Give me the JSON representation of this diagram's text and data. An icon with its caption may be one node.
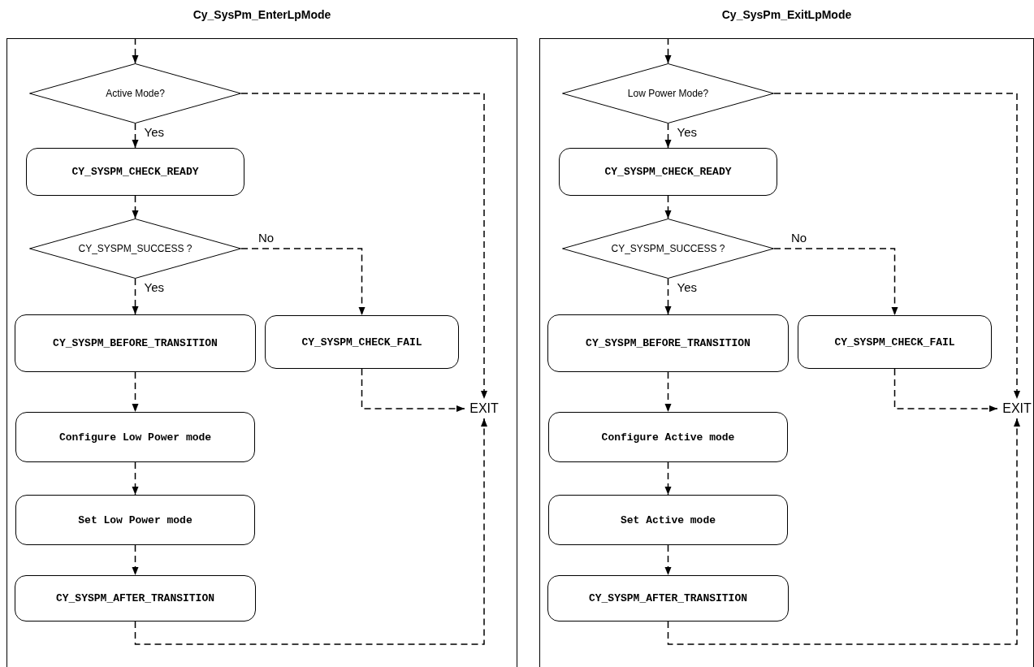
{
  "diagram": {
    "nodes": [
      {
        "text": [
          "Cy_SysPm_EnterLpMode"
        ]
      },
      {
        "text": [
          "Active Mode?"
        ],
        "in": 0
      },
      {
        "text": [
          "CY_SYSPM_CHECK_READY"
        ],
        "in": 0
      },
      {
        "text": [
          "CY_SYSPM_SUCCESS ?"
        ],
        "in": 0
      },
      {
        "text": [
          "CY_SYSPM_BEFORE_TRANSITION"
        ],
        "in": 0
      },
      {
        "text": [
          "CY_SYSPM_CHECK_FAIL"
        ],
        "in": 0
      },
      {
        "text": [
          "EXIT"
        ],
        "in": 0
      },
      {
        "text": [
          "Configure Low Power mode"
        ],
        "in": 0
      },
      {
        "text": [
          "Set Low Power mode"
        ],
        "in": 0
      },
      {
        "text": [
          "CY_SYSPM_AFTER_TRANSITION"
        ],
        "in": 0
      },
      {
        "text": [
          "Cy_SysPm_ExitLpMode"
        ]
      },
      {
        "text": [
          "Low Power Mode?"
        ],
        "in": 10
      },
      {
        "text": [
          "CY_SYSPM_CHECK_READY"
        ],
        "in": 10
      },
      {
        "text": [
          "CY_SYSPM_SUCCESS ?"
        ],
        "in": 10
      },
      {
        "text": [
          "CY_SYSPM_BEFORE_TRANSITION"
        ],
        "in": 10
      },
      {
        "text": [
          "CY_SYSPM_CHECK_FAIL"
        ],
        "in": 10
      },
      {
        "text": [
          "EXIT"
        ],
        "in": 10
      },
      {
        "text": [
          "Configure Active mode"
        ],
        "in": 10
      },
      {
        "text": [
          "Set Active mode"
        ],
        "in": 10
      },
      {
        "text": [
          "CY_SYSPM_AFTER_TRANSITION"
        ],
        "in": 10
      }
    ],
    "edges": [
      {
        "from": null,
        "to": 1,
        "arrow": "to",
        "style": "dashed"
      },
      {
        "from": 1,
        "to": 2,
        "label": "Yes",
        "arrow": "to",
        "style": "dashed"
      },
      {
        "from": 1,
        "to": 6,
        "arrow": "to",
        "style": "dashed"
      },
      {
        "from": 2,
        "to": 3,
        "arrow": "to",
        "style": "dashed"
      },
      {
        "from": 3,
        "to": 4,
        "label": "Yes",
        "arrow": "to",
        "style": "dashed"
      },
      {
        "from": 3,
        "to": 5,
        "label": "No",
        "arrow": "to",
        "style": "dashed"
      },
      {
        "from": 5,
        "to": 6,
        "arrow": "to",
        "style": "dashed"
      },
      {
        "from": 4,
        "to": 7,
        "arrow": "to",
        "style": "dashed"
      },
      {
        "from": 7,
        "to": 8,
        "arrow": "to",
        "style": "dashed"
      },
      {
        "from": 8,
        "to": 9,
        "arrow": "to",
        "style": "dashed"
      },
      {
        "from": 9,
        "to": 6,
        "arrow": "to",
        "style": "dashed"
      },
      {
        "from": null,
        "to": 11,
        "arrow": "to",
        "style": "dashed"
      },
      {
        "from": 11,
        "to": 12,
        "label": "Yes",
        "arrow": "to",
        "style": "dashed"
      },
      {
        "from": 11,
        "to": 16,
        "arrow": "to",
        "style": "dashed"
      },
      {
        "from": 12,
        "to": 13,
        "arrow": "to",
        "style": "dashed"
      },
      {
        "from": 13,
        "to": 14,
        "label": "Yes",
        "arrow": "to",
        "style": "dashed"
      },
      {
        "from": 13,
        "to": 15,
        "label": "No",
        "arrow": "to",
        "style": "dashed"
      },
      {
        "from": 15,
        "to": 16,
        "arrow": "to",
        "style": "dashed"
      },
      {
        "from": 14,
        "to": 17,
        "arrow": "to",
        "style": "dashed"
      },
      {
        "from": 17,
        "to": 18,
        "arrow": "to",
        "style": "dashed"
      },
      {
        "from": 18,
        "to": 19,
        "arrow": "to",
        "style": "dashed"
      },
      {
        "from": 19,
        "to": 16,
        "arrow": "to",
        "style": "dashed"
      }
    ]
  }
}
